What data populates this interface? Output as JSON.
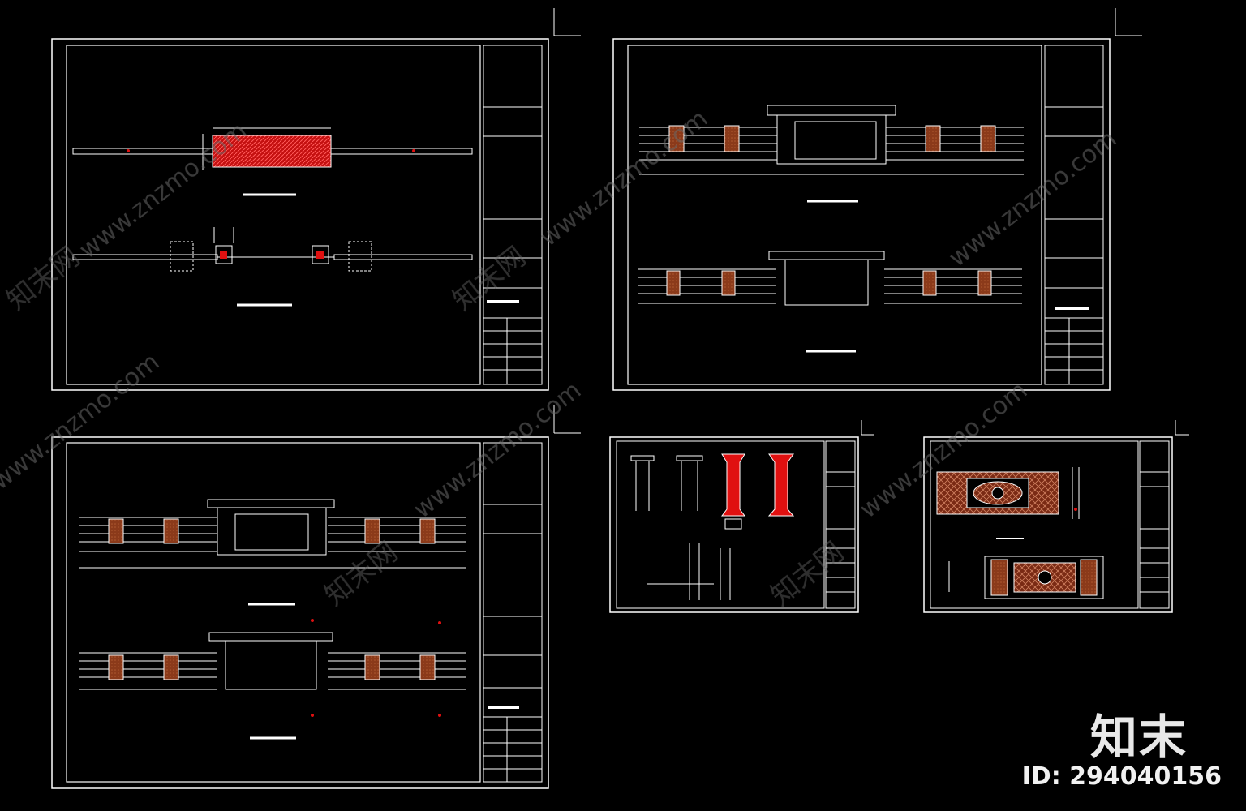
{
  "watermark": {
    "site_text": "www.znzmo.com",
    "cn_brand": "知末网",
    "brand": "知末",
    "id_label": "ID: 294040156"
  },
  "colors": {
    "background": "#000000",
    "line": "#ffffff",
    "accent_red": "#e01010",
    "brick_brown": "#8b3a1a",
    "watermark": "#6a6a6a"
  },
  "sheets": [
    {
      "id": "sheet-1",
      "content": "gate-plan-views"
    },
    {
      "id": "sheet-2",
      "content": "gate-elevations"
    },
    {
      "id": "sheet-3",
      "content": "gate-elevations"
    },
    {
      "id": "sheet-4",
      "content": "column-details"
    },
    {
      "id": "sheet-5",
      "content": "screen-wall-details"
    }
  ]
}
